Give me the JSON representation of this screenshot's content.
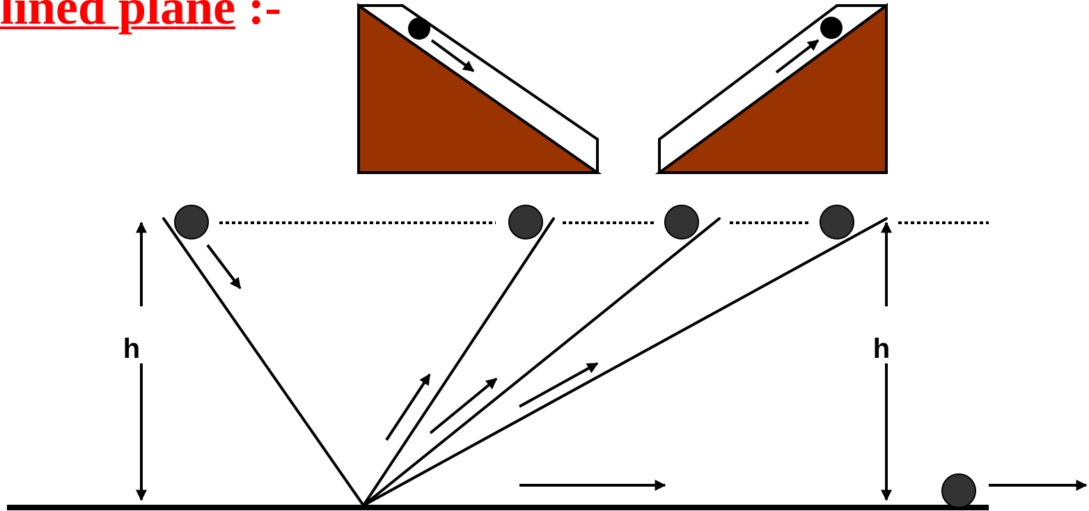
{
  "title": {
    "text": "lined plane",
    "separator": ":-"
  },
  "labels": {
    "height_left": "h",
    "height_right": "h"
  },
  "colors": {
    "title": "#ff0000",
    "wedge_fill": "#993300",
    "ball": "#333333",
    "line": "#000000"
  },
  "icons": {
    "ball": "filled-circle",
    "arrow": "arrow-right"
  }
}
